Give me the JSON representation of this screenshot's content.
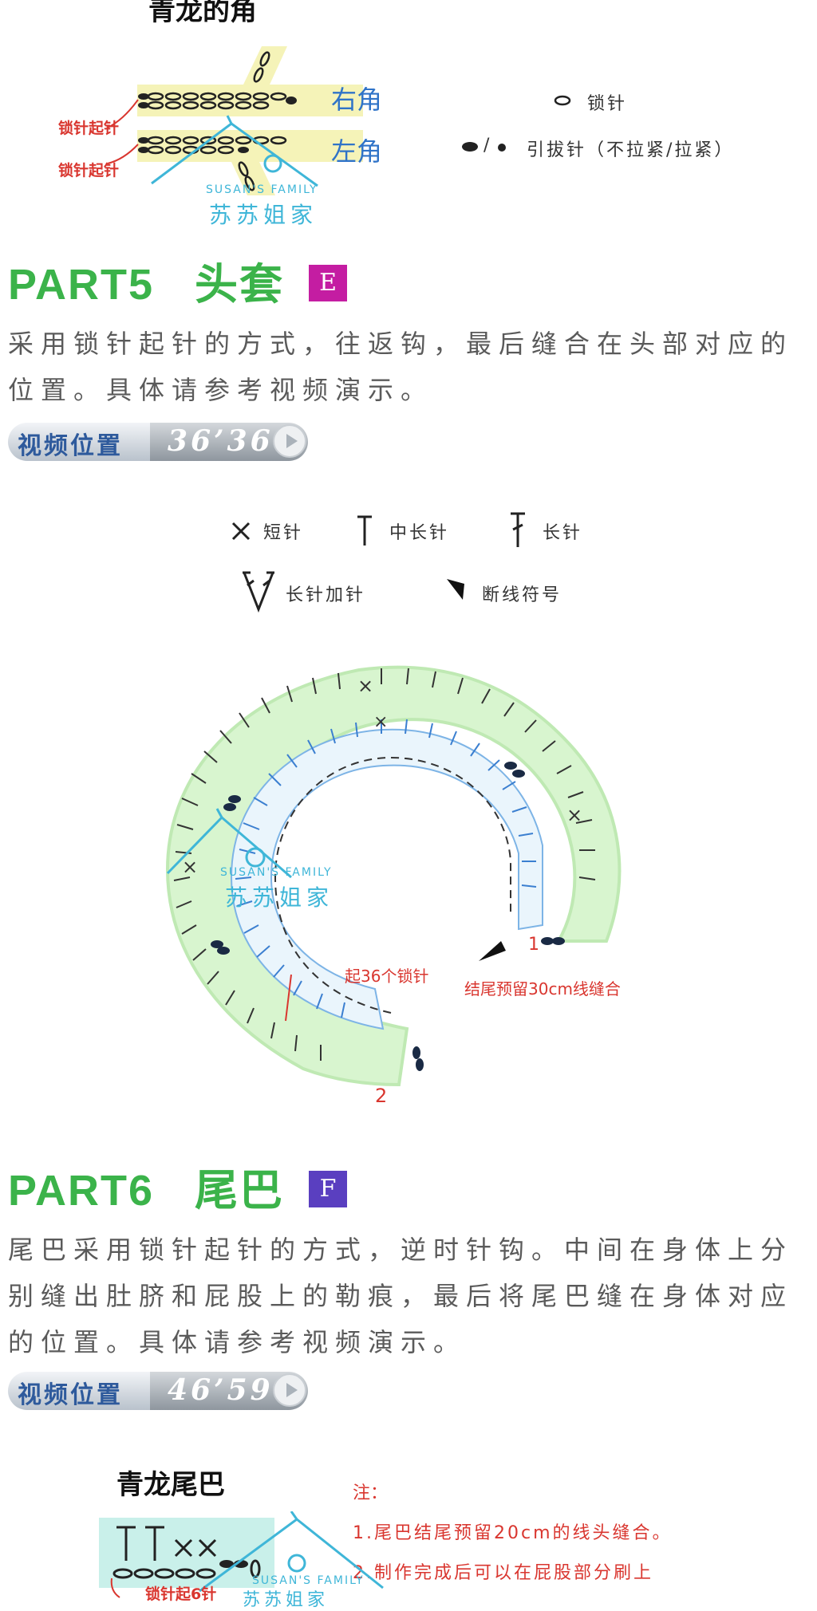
{
  "top": {
    "title": "青龙的角",
    "label_right": "右角",
    "label_left": "左角",
    "label_start_1": "锁针起针",
    "label_start_2": "锁针起针",
    "legend_chain": "锁针",
    "legend_slip": "引拔针（不拉紧/拉紧）",
    "legend_slip_sep": "/",
    "watermark_en": "SUSAN'S FAMILY",
    "watermark_cn": "苏苏姐家"
  },
  "part5": {
    "title": "PART5",
    "subtitle": "头套",
    "badge": "E",
    "badge_color": "#c41da2",
    "text": "采用锁针起针的方式，往返钩，最后缝合在头部对应的位置。具体请参考视频演示。",
    "video_label": "视频位置",
    "video_time": "36’36”"
  },
  "legend2": {
    "sc": "短针",
    "hdc": "中长针",
    "dc": "长针",
    "dc_inc": "长针加针",
    "cut": "断线符号"
  },
  "chart": {
    "start_note": "起36个锁针",
    "end_note": "结尾预留30cm线缝合",
    "mark_1": "1",
    "mark_2": "2",
    "watermark_en": "SUSAN'S FAMILY",
    "watermark_cn": "苏苏姐家"
  },
  "part6": {
    "title": "PART6",
    "subtitle": "尾巴",
    "badge": "F",
    "badge_color": "#5a3fc0",
    "text": "尾巴采用锁针起针的方式，逆时针钩。中间在身体上分别缝出肚脐和屁股上的勒痕，最后将尾巴缝在身体对应的位置。具体请参考视频演示。",
    "video_label": "视频位置",
    "video_time": "46’59”"
  },
  "bottom": {
    "title": "青龙尾巴",
    "note_title": "注：",
    "note_1": "1.尾巴结尾预留20cm的线头缝合。",
    "note_2": "2.制作完成后可以在屁股部分刷上",
    "start_label": "锁针起6针",
    "watermark_en": "SUSAN'S FAMILY",
    "watermark_cn": "苏苏姐家"
  },
  "colors": {
    "green_title": "#3bb34a",
    "accent_red": "#d9362f",
    "accent_blue": "#2f73c8",
    "highlight_yellow": "#f5f3b8",
    "chart_green": "#d8f5cf",
    "watermark_cyan": "#3fb6d8"
  }
}
